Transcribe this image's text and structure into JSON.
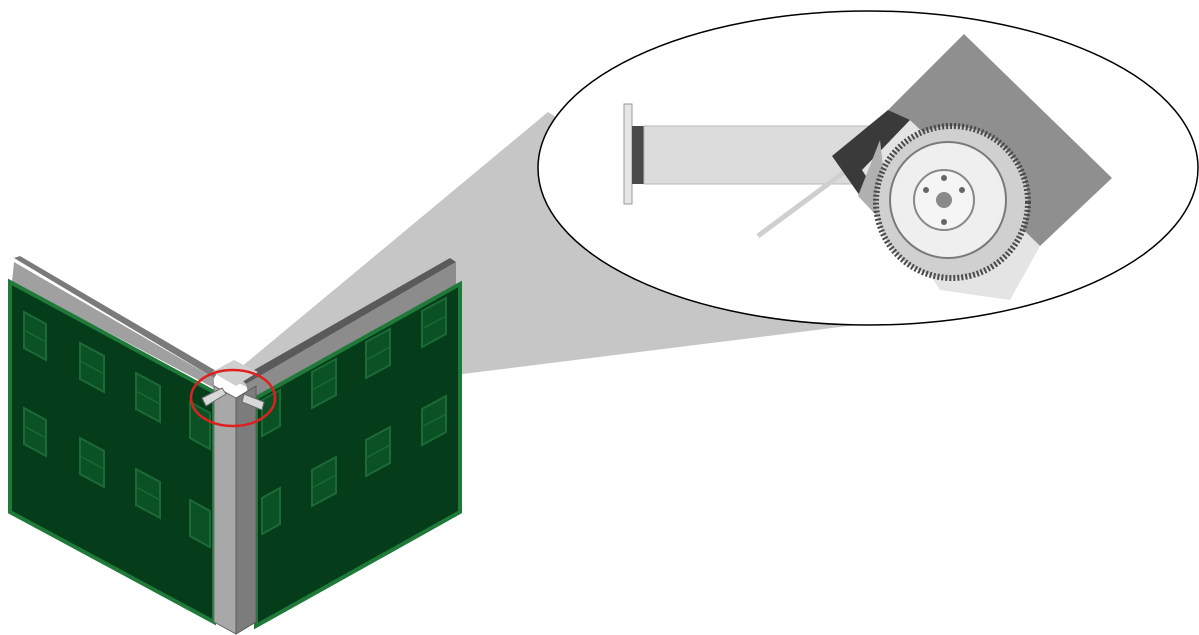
{
  "figure": {
    "description_labels": [],
    "colors": {
      "background": "#ffffff",
      "facade_green": "#053d1a",
      "facade_green_edge": "#1f7a3a",
      "frame_grey": "#9a9a9a",
      "frame_dark": "#5a5a5a",
      "callout_beam": "#c3c3c3",
      "highlight_circle": "#e02020",
      "motor_housing": "#8f8f8f",
      "roller_tube": "#dcdcdc"
    },
    "components": [
      "left-facade-panel",
      "right-facade-panel",
      "corner-post",
      "corner-brackets",
      "highlight-circle",
      "zoom-beam",
      "detail-ellipse",
      "motor-housing",
      "roller-tube",
      "end-bracket",
      "motor-gear"
    ]
  }
}
